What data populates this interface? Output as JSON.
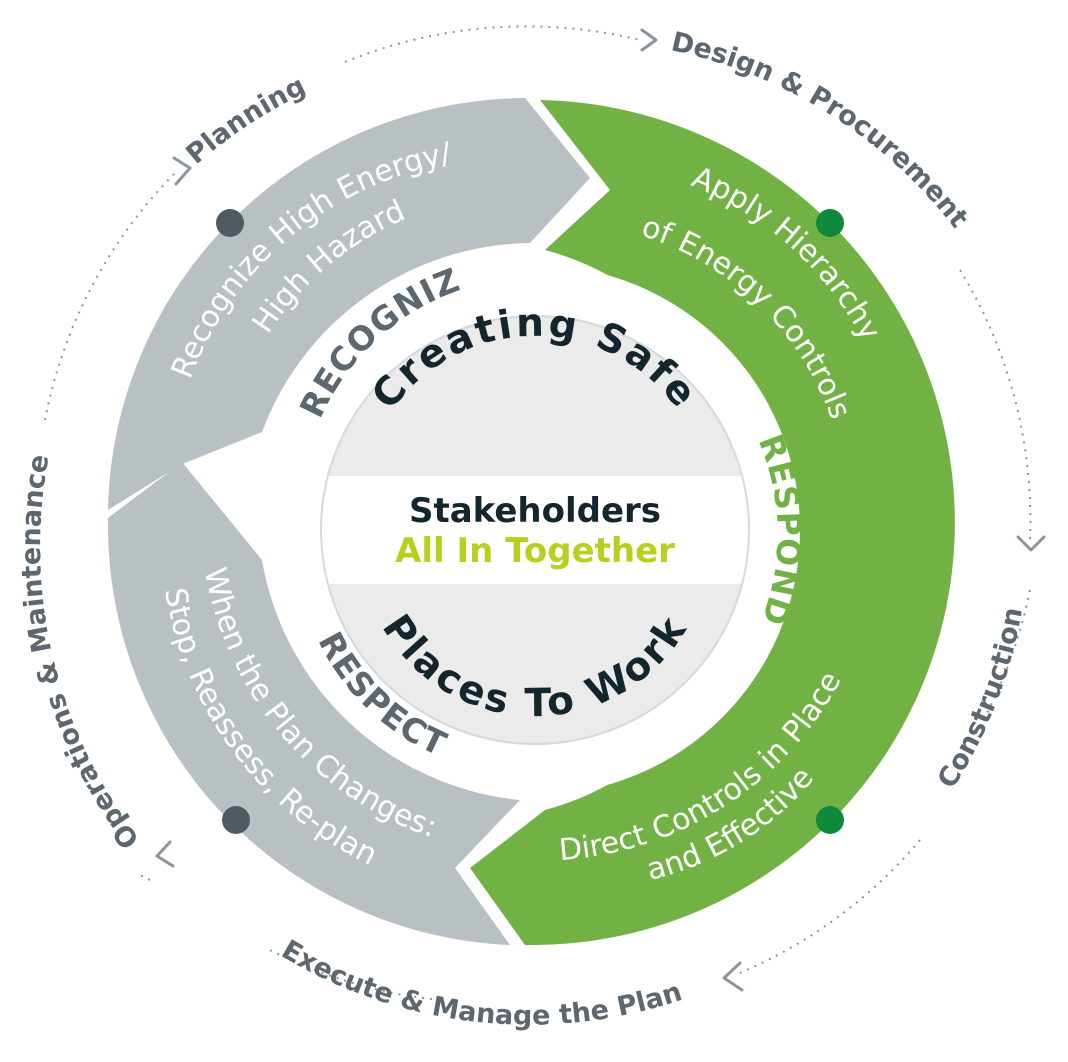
{
  "colors": {
    "grey": "#b9c0c4",
    "green": "#72b244",
    "phase_text": "#5c6770",
    "dark_text": "#14262d",
    "lime_text": "#b8cf1f",
    "dot_grey": "#4f5a61",
    "dot_green": "#0e8a3d",
    "inner_disc": "#ebebec",
    "dotted_arrow": "#8c959b"
  },
  "outer_cycle": {
    "phases": [
      "Planning",
      "Design & Procurement",
      "Construction",
      "Execute & Manage the Plan",
      "Operations & Maintenance"
    ]
  },
  "segments": {
    "recognize": {
      "ring_label": "RECOGNIZE",
      "line1": "Recognize High Energy/",
      "line2": "High Hazard"
    },
    "respond_top": {
      "line1": "Apply Hierarchy",
      "line2": "of Energy Controls"
    },
    "respond": {
      "ring_label": "RESPOND"
    },
    "respond_bottom": {
      "line1": "Direct Controls in Place",
      "line2": "and Effective"
    },
    "respect": {
      "ring_label": "RESPECT",
      "line1": "When the Plan Changes:",
      "line2": "Stop, Reassess, Re-plan"
    }
  },
  "center": {
    "top_arc": "Creating Safe",
    "middle_line1": "Stakeholders",
    "middle_line2": "All In Together",
    "bottom_arc": "Places To Work"
  }
}
